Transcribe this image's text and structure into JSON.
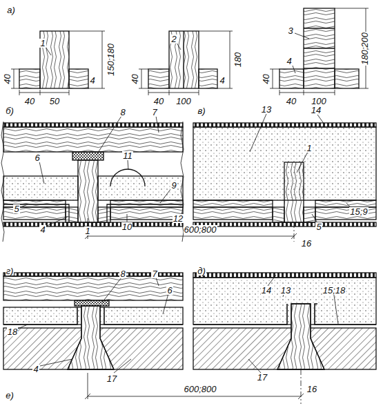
{
  "diagram": {
    "labels": [
      "а)",
      "1",
      "4",
      "40",
      "150;180",
      "40",
      "50",
      "2",
      "4",
      "40",
      "180",
      "40",
      "100",
      "3",
      "4",
      "40",
      "180;200",
      "40",
      "100",
      "б)",
      "7",
      "8",
      "6",
      "11",
      "9",
      "5",
      "4",
      "1",
      "10",
      "12",
      "в)",
      "13",
      "14",
      "1",
      "5",
      "15;9",
      "16",
      "600;800",
      "г)",
      "7",
      "8",
      "6",
      "18",
      "4",
      "17",
      "д)",
      "14",
      "13",
      "15;18",
      "17",
      "16",
      "е)",
      "600;800"
    ]
  }
}
